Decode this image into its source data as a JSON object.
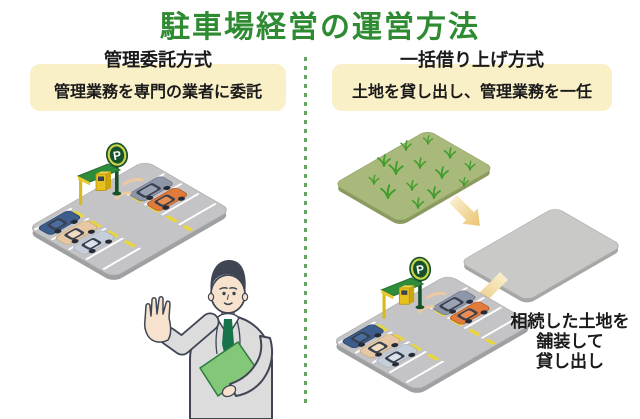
{
  "page": {
    "title": "駐車場経営の運営方法"
  },
  "left_panel": {
    "heading": "管理委託方式",
    "description": "管理業務を専門の業者に委託"
  },
  "right_panel": {
    "heading": "一括借り上げ方式",
    "description": "土地を貸し出し、管理業務を一任",
    "caption_lines": [
      "相続した土地を",
      "舗装して",
      "貸し出し"
    ]
  },
  "icons": {
    "parking_sign": "green-ellipse-with-white-P",
    "arrow_down_right": "tan-thick-arrow",
    "arrow_down_left": "tan-thick-arrow",
    "grass_field": "green-isometric-plot-with-grass-tufts",
    "paved_land": "gray-isometric-plot",
    "parking_lot": "isometric-parking-lot-with-cars",
    "businessman": "man-in-suit-holding-green-folder"
  },
  "colors": {
    "title_green": "#2e8b31",
    "panel_cream": "#f9f0c8",
    "divider_green": "#64a661",
    "text_dark": "#1a1a1a",
    "lot_gray": "#c4c4c6",
    "lot_edge_gray": "#9fa0a2",
    "grass_green": "#a9b87b",
    "grass_blade_green": "#3f9e2b",
    "paved_gray": "#c9c9c7",
    "arrow_tan": "#eac472",
    "sign_green": "#17512b",
    "machine_yellow": "#e5c01e",
    "stopper_yellow": "#e8d53f",
    "suit_gray": "#dcdcdc",
    "tie_green": "#17734a",
    "folder_green": "#82c878"
  }
}
